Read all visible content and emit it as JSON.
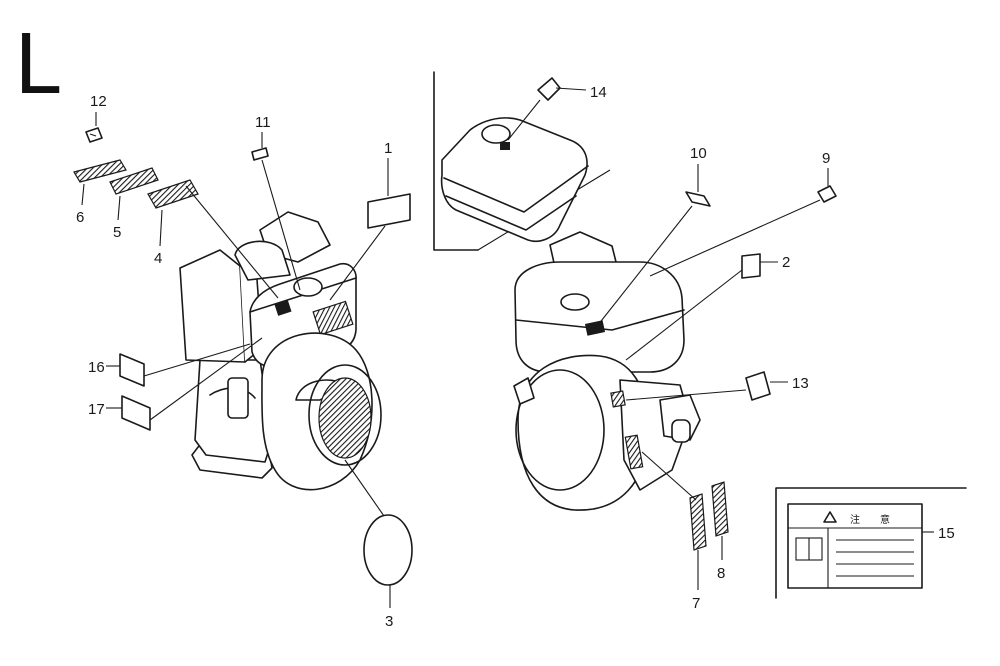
{
  "diagram": {
    "section_letter": "L",
    "callouts": [
      {
        "id": "c1",
        "label": "1"
      },
      {
        "id": "c2",
        "label": "2"
      },
      {
        "id": "c3",
        "label": "3"
      },
      {
        "id": "c4",
        "label": "4"
      },
      {
        "id": "c5",
        "label": "5"
      },
      {
        "id": "c6",
        "label": "6"
      },
      {
        "id": "c7",
        "label": "7"
      },
      {
        "id": "c8",
        "label": "8"
      },
      {
        "id": "c9",
        "label": "9"
      },
      {
        "id": "c10",
        "label": "10"
      },
      {
        "id": "c11",
        "label": "11"
      },
      {
        "id": "c12",
        "label": "12"
      },
      {
        "id": "c13",
        "label": "13"
      },
      {
        "id": "c14",
        "label": "14"
      },
      {
        "id": "c15",
        "label": "15"
      },
      {
        "id": "c16",
        "label": "16"
      },
      {
        "id": "c17",
        "label": "17"
      }
    ],
    "caution_label": {
      "header_left": "注",
      "header_right": "意"
    }
  }
}
